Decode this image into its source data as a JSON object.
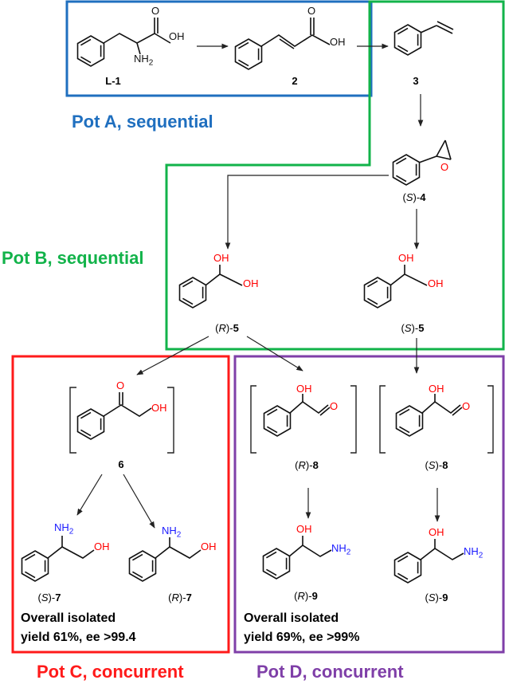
{
  "colors": {
    "pot_a": "#1f6fbf",
    "pot_b": "#12b34a",
    "pot_c": "#ff1a1a",
    "pot_d": "#7f3fa8",
    "heteroatom_o": "#ff0000",
    "heteroatom_n": "#1a1aff"
  },
  "pots": {
    "a": "Pot A, sequential",
    "b": "Pot B, sequential",
    "c": "Pot C, concurrent",
    "d": "Pot D, concurrent"
  },
  "compounds": {
    "l1": "L-1",
    "c2": "2",
    "c3": "3",
    "s4": {
      "d": "S",
      "n": "4"
    },
    "r5": {
      "d": "R",
      "n": "5"
    },
    "s5": {
      "d": "S",
      "n": "5"
    },
    "c6": "6",
    "s7": {
      "d": "S",
      "n": "7"
    },
    "r7": {
      "d": "R",
      "n": "7"
    },
    "r8": {
      "d": "R",
      "n": "8"
    },
    "s8": {
      "d": "S",
      "n": "8"
    },
    "r9": {
      "d": "R",
      "n": "9"
    },
    "s9": {
      "d": "S",
      "n": "9"
    }
  },
  "groups": {
    "oh": "OH",
    "o": "O",
    "nh": "NH",
    "sub2": "2"
  },
  "results": {
    "c_line1": "Overall isolated",
    "c_line2": "yield 61%, ee >99.4",
    "d_line1": "Overall isolated",
    "d_line2": "yield 69%, ee >99%"
  }
}
